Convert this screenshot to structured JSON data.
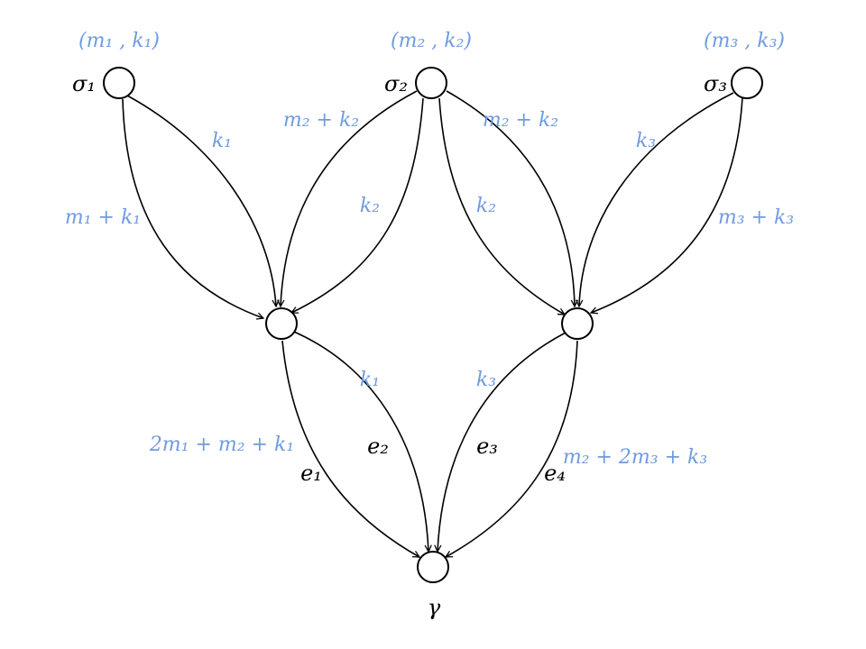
{
  "colors": {
    "label": "#6f9be0",
    "node": "#000000",
    "background": "#ffffff"
  },
  "sources": [
    {
      "name": "σ₁",
      "pair": "(m₁ ,  k₁)"
    },
    {
      "name": "σ₂",
      "pair": "(m₂ ,  k₂)"
    },
    {
      "name": "σ₃",
      "pair": "(m₃ ,  k₃)"
    }
  ],
  "sink": {
    "name": "γ"
  },
  "edges": {
    "s1_outer": "m₁ + k₁",
    "s1_inner": "k₁",
    "s2_left_outer": "m₂ + k₂",
    "s2_left_inner": "k₂",
    "s2_right_inner": "k₂",
    "s2_right_outer": "m₂ + k₂",
    "s3_inner": "k₃",
    "s3_outer": "m₃ + k₃",
    "e1": {
      "name": "e₁",
      "weight": "2m₁ + m₂ + k₁"
    },
    "e2": {
      "name": "e₂",
      "weight": "k₁"
    },
    "e3": {
      "name": "e₃",
      "weight": "k₃"
    },
    "e4": {
      "name": "e₄",
      "weight": "m₂ + 2m₃ + k₃"
    }
  }
}
